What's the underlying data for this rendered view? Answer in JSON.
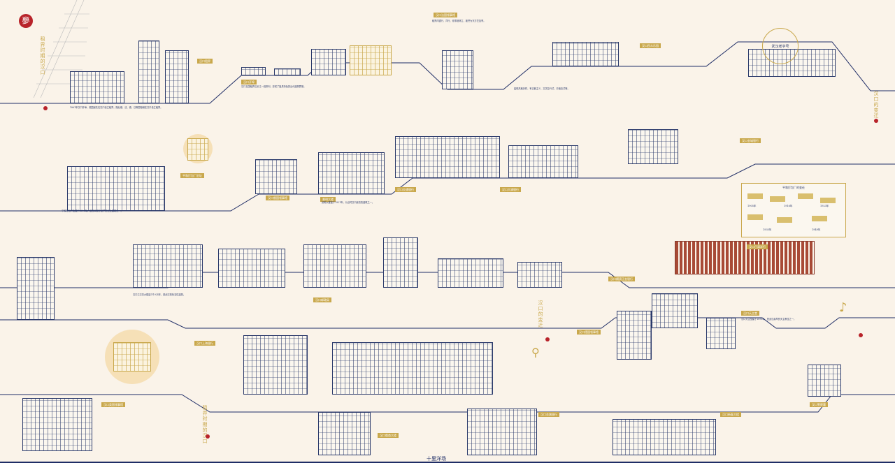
{
  "title": "十里洋场",
  "seal": "夣",
  "badge": "武汉老字号",
  "map_title": "平和打包厂的变迁",
  "map_years": [
    "1905年",
    "1916年",
    "1923年",
    "1935年",
    "1949年"
  ],
  "vertical_labels": [
    "租界时期的汉口",
    "租界时期的汉口",
    "汉口的变迁"
  ],
  "tags": [
    "汉口租界",
    "汉口开埠",
    "平和打包厂旧址",
    "汉口俄国领事馆",
    "景明大楼",
    "汉口交通银行",
    "汉口大清银行",
    "汉口金城银行",
    "汉口民众乐园",
    "汉口日清洋行",
    "汉口横滨正金银行",
    "汉口邮政局",
    "汉口上海银行",
    "汉口英国领事馆",
    "汉口俄商大楼",
    "汉口花旗银行",
    "汉口新泰大楼",
    "汉口警察署",
    "汉口天主堂",
    "汉口德国领事馆",
    "汉口法国领事馆"
  ],
  "paragraphs": [
    "1861年汉口开埠，英国最先在汉口设立租界，随后俄、法、德、日等国相继在汉口设立租界。",
    "汉口五国租界沿长江一线排列，形成了独具特色的近代建筑群落。",
    "租界内银行、洋行、领事馆林立，被誉为东方芝加哥。",
    "建筑风格多样，有古典主义、文艺复兴式、巴洛克式等。",
    "平和打包厂始建于1905年，是汉口现存最早的工业建筑之一。",
    "景明大楼建于1921年，为当时汉口最高的建筑之一。",
    "汉口江汉关大楼建于1924年，是武汉的标志性建筑。",
    "汉口天主堂建于1876年，是武汉最早的天主教堂之一。"
  ]
}
